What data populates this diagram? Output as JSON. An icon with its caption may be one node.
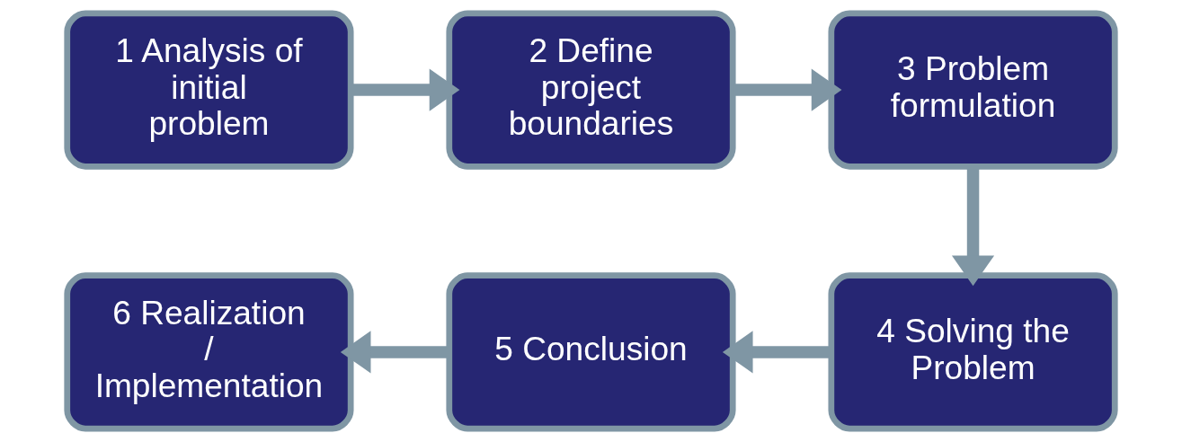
{
  "diagram": {
    "nodes": [
      {
        "text": [
          "1 Analysis of initial problem"
        ]
      },
      {
        "text": [
          "2 Define project boundaries"
        ]
      },
      {
        "text": [
          "3 Problem formulation"
        ]
      },
      {
        "text": [
          "4 Solving the Problem"
        ]
      },
      {
        "text": [
          "5 Conclusion"
        ]
      },
      {
        "text": [
          "6 Realization / Implementation"
        ]
      }
    ],
    "edges": [
      {
        "from": 0,
        "to": 1,
        "arrow": "to"
      },
      {
        "from": 1,
        "to": 2,
        "arrow": "to"
      },
      {
        "from": 2,
        "to": 3,
        "arrow": "to"
      },
      {
        "from": 3,
        "to": 4,
        "arrow": "to"
      },
      {
        "from": 4,
        "to": 5,
        "arrow": "to"
      }
    ]
  }
}
